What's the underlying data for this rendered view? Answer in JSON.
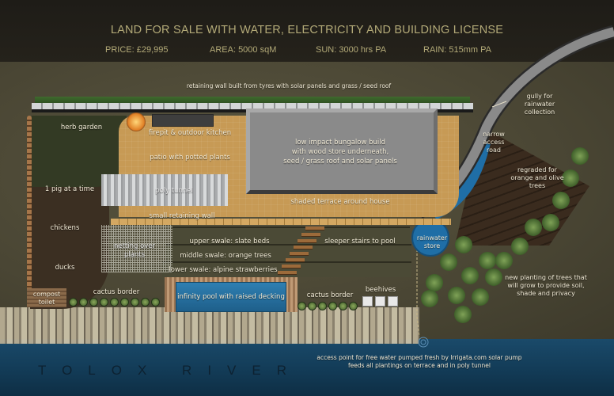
{
  "header": {
    "title": "LAND FOR SALE WITH WATER, ELECTRICITY AND BUILDING LICENSE",
    "stats": {
      "price": "PRICE: £29,995",
      "area": "AREA: 5000 sqM",
      "sun": "SUN: 3000 hrs PA",
      "rain": "RAIN: 515mm PA"
    }
  },
  "labels": {
    "retaining_wall": "retaining wall built from tyres with solar panels and grass / seed roof",
    "herb_garden": "herb garden",
    "firepit": "firepit & outdoor kitchen",
    "patio": "patio with potted plants",
    "poly_tunnel": "poly tunnel",
    "pig": "1 pig at a time",
    "chickens": "chickens",
    "ducks": "ducks",
    "compost_toilet": "compost toilet",
    "house_line1": "low impact bungalow build",
    "house_line2": "with wood store underneath,",
    "house_line3": "seed / grass roof and solar panels",
    "terrace": "shaded terrace around house",
    "small_wall": "small retaining wall",
    "netting": "netting over plants",
    "upper_swale": "upper swale: slate beds",
    "middle_swale": "middle swale: orange trees",
    "lower_swale": "lower swale: alpine strawberries",
    "stairs": "sleeper stairs to pool",
    "pool": "infinity pool with raised decking",
    "cactus_left": "cactus border",
    "cactus_right": "cactus border",
    "beehives": "beehives",
    "gully": "gully for rainwater collection",
    "road": "narrow access road",
    "regraded": "regraded for orange and olive trees",
    "rainwater_store": "rainwater store",
    "new_trees": "new planting of trees that will grow to provide soil, shade and privacy",
    "access_point_line1": "access point for free water pumped fresh by Irrigata.com solar pump",
    "access_point_line2": "feeds all plantings on terrace and in poly tunnel",
    "river": "TOLOX RIVER"
  },
  "colors": {
    "header_text": "#b3aa78",
    "label_text": "#f1ead6",
    "pool": "#2f7fb2",
    "river": "#123a55",
    "patio": "#c79a55",
    "house": "#8a8a8a"
  }
}
